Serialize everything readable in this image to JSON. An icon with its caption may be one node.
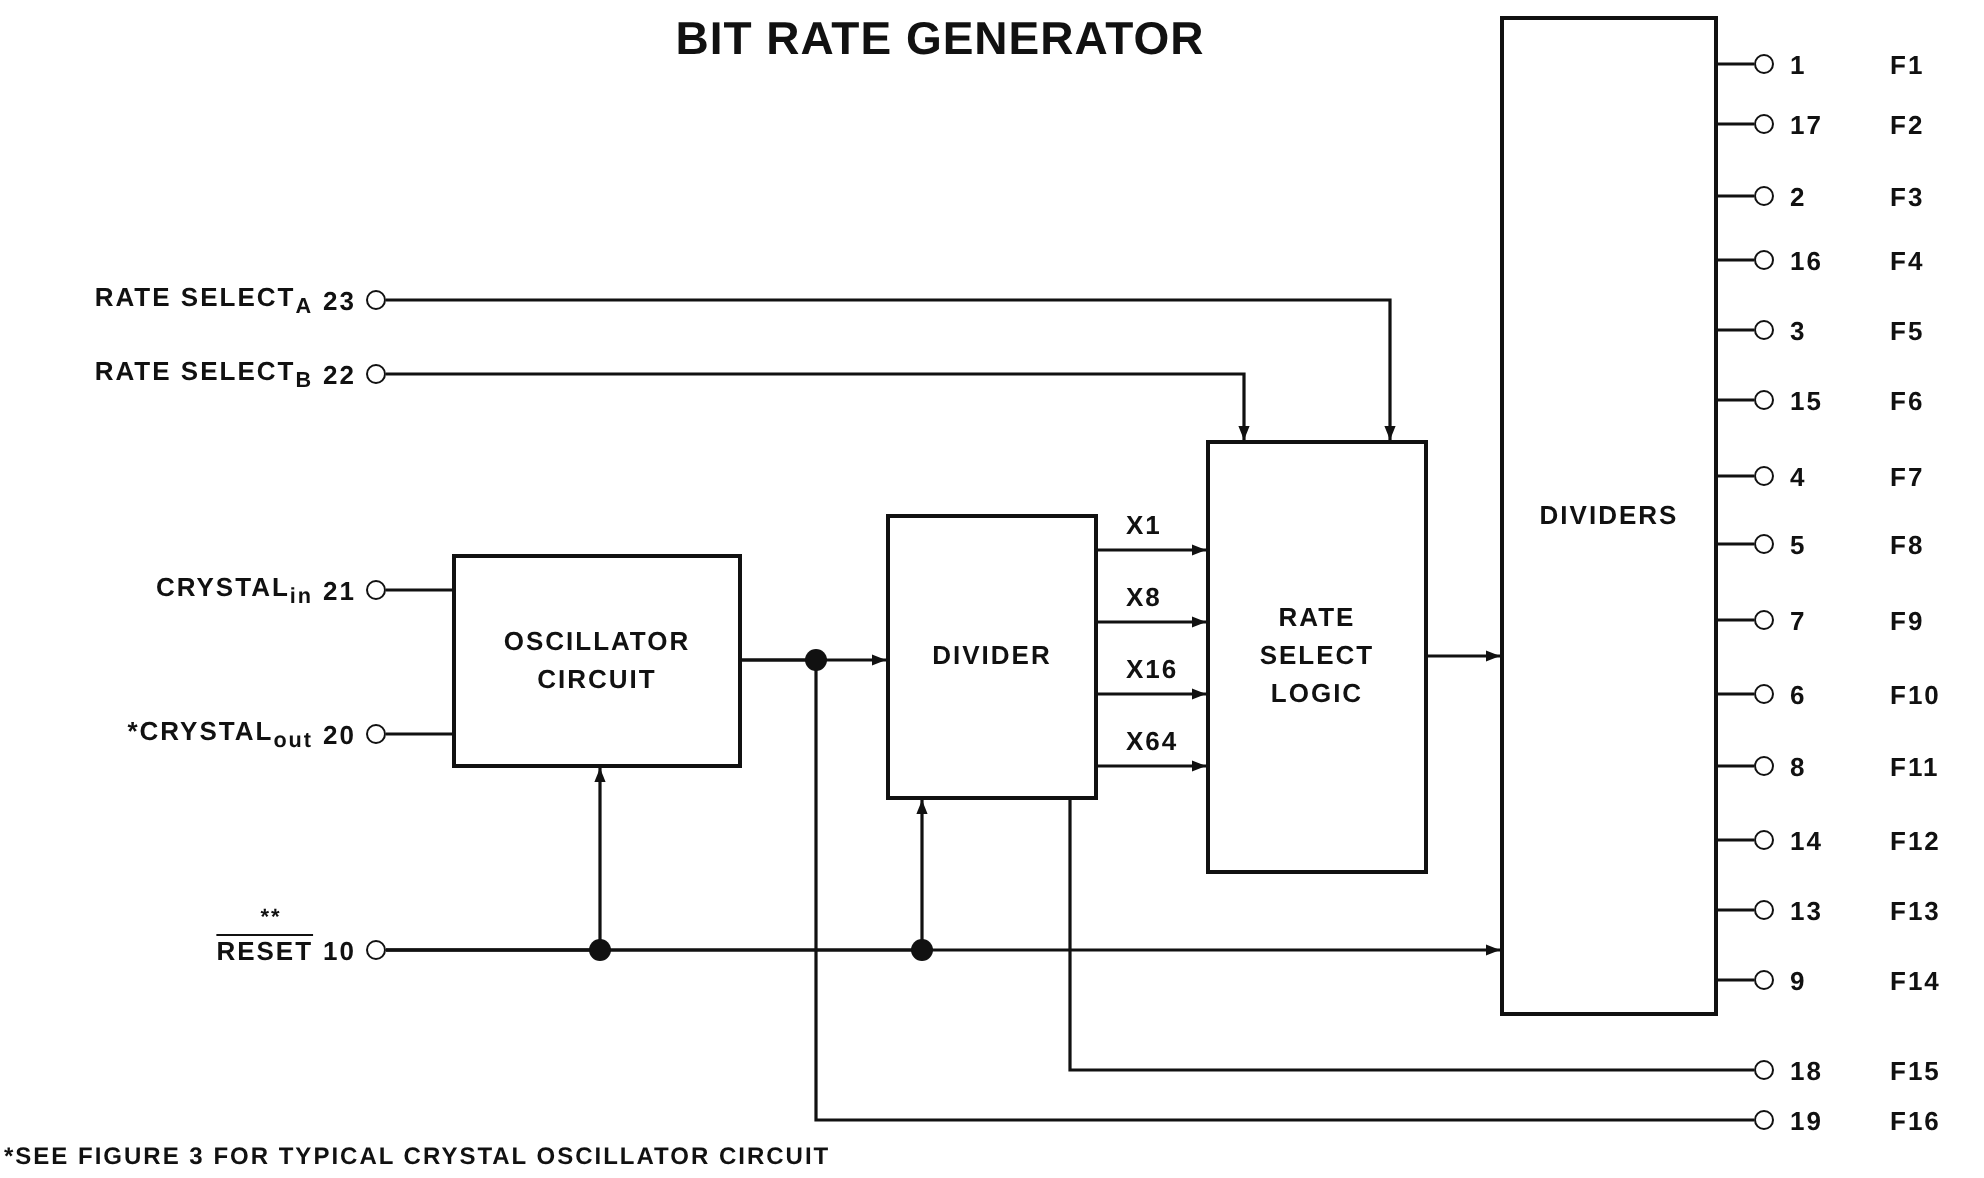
{
  "diagram": {
    "title": "BIT RATE GENERATOR",
    "nodes": [
      {
        "text": [
          "OSCILLATOR CIRCUIT"
        ]
      },
      {
        "text": [
          "DIVIDER"
        ]
      },
      {
        "text": [
          "RATE SELECT LOGIC"
        ]
      },
      {
        "text": [
          "DIVIDERS"
        ]
      },
      {
        "text": [
          "RATE SELECT$_{A}$",
          "23"
        ]
      },
      {
        "text": [
          "RATE SELECT$_{B}$",
          "22"
        ]
      },
      {
        "text": [
          "CRYSTAL$_{in}$",
          "21"
        ]
      },
      {
        "text": [
          "*CRYSTAL$_{out}$",
          "20"
        ]
      },
      {
        "text": [
          "**",
          "RESET",
          "10"
        ]
      },
      {
        "text": [
          "1",
          "F1"
        ]
      },
      {
        "text": [
          "17",
          "F2"
        ]
      },
      {
        "text": [
          "2",
          "F3"
        ]
      },
      {
        "text": [
          "16",
          "F4"
        ]
      },
      {
        "text": [
          "3",
          "F5"
        ]
      },
      {
        "text": [
          "15",
          "F6"
        ]
      },
      {
        "text": [
          "4",
          "F7"
        ]
      },
      {
        "text": [
          "5",
          "F8"
        ]
      },
      {
        "text": [
          "7",
          "F9"
        ]
      },
      {
        "text": [
          "6",
          "F10"
        ]
      },
      {
        "text": [
          "8",
          "F11"
        ]
      },
      {
        "text": [
          "14",
          "F12"
        ]
      },
      {
        "text": [
          "13",
          "F13"
        ]
      },
      {
        "text": [
          "9",
          "F14"
        ]
      },
      {
        "text": [
          "18",
          "F15"
        ]
      },
      {
        "text": [
          "19",
          "F16"
        ]
      }
    ],
    "edges": [
      {
        "from": 4,
        "to": 2,
        "arrow": "to"
      },
      {
        "from": 5,
        "to": 2,
        "arrow": "to"
      },
      {
        "from": 6,
        "to": 0,
        "arrow": "none"
      },
      {
        "from": 7,
        "to": 0,
        "arrow": "none"
      },
      {
        "from": 0,
        "to": 1,
        "arrow": "to"
      },
      {
        "from": 0,
        "to": 24,
        "arrow": "none"
      },
      {
        "from": 8,
        "to": 0,
        "arrow": "to"
      },
      {
        "from": 8,
        "to": 1,
        "arrow": "to"
      },
      {
        "from": 8,
        "to": 3,
        "arrow": "to"
      },
      {
        "from": 1,
        "to": 2,
        "arrow": "to",
        "label": "X1"
      },
      {
        "from": 1,
        "to": 2,
        "arrow": "to",
        "label": "X8"
      },
      {
        "from": 1,
        "to": 2,
        "arrow": "to",
        "label": "X16"
      },
      {
        "from": 1,
        "to": 2,
        "arrow": "to",
        "label": "X64"
      },
      {
        "from": 1,
        "to": 23,
        "arrow": "none"
      },
      {
        "from": 2,
        "to": 3,
        "arrow": "to"
      },
      {
        "from": 3,
        "to": 9,
        "arrow": "none"
      },
      {
        "from": 3,
        "to": 10,
        "arrow": "none"
      },
      {
        "from": 3,
        "to": 11,
        "arrow": "none"
      },
      {
        "from": 3,
        "to": 12,
        "arrow": "none"
      },
      {
        "from": 3,
        "to": 13,
        "arrow": "none"
      },
      {
        "from": 3,
        "to": 14,
        "arrow": "none"
      },
      {
        "from": 3,
        "to": 15,
        "arrow": "none"
      },
      {
        "from": 3,
        "to": 16,
        "arrow": "none"
      },
      {
        "from": 3,
        "to": 17,
        "arrow": "none"
      },
      {
        "from": 3,
        "to": 18,
        "arrow": "none"
      },
      {
        "from": 3,
        "to": 19,
        "arrow": "none"
      },
      {
        "from": 3,
        "to": 20,
        "arrow": "none"
      },
      {
        "from": 3,
        "to": 21,
        "arrow": "none"
      },
      {
        "from": 3,
        "to": 22,
        "arrow": "none"
      }
    ],
    "labels": [
      "*SEE FIGURE 3 FOR TYPICAL CRYSTAL OSCILLATOR CIRCUIT"
    ]
  }
}
